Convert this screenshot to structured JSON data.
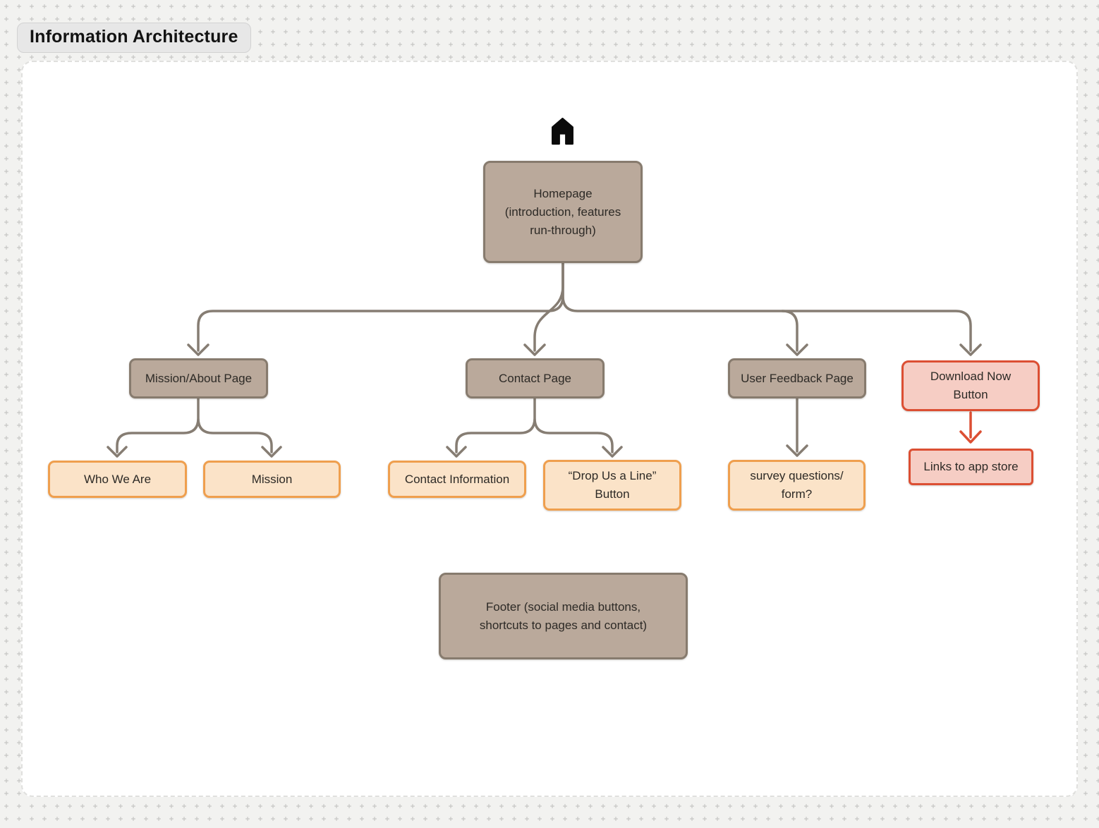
{
  "app": {
    "title": "Information Architecture"
  },
  "diagram": {
    "nodes": {
      "homepage": "Homepage\n(introduction, features\nrun-through)",
      "mission_about": "Mission/About Page",
      "contact": "Contact Page",
      "user_feedback": "User Feedback Page",
      "download_now": "Download Now\nButton",
      "who_we_are": "Who We Are",
      "mission": "Mission",
      "contact_info": "Contact Information",
      "drop_us_line": "“Drop Us a Line”\nButton",
      "survey": "survey questions/\nform?",
      "app_store": "Links to app store",
      "footer": "Footer (social media buttons,\nshortcuts to pages and contact)"
    },
    "icons": {
      "top": "home-icon"
    },
    "edges": [
      {
        "from": "homepage",
        "to": "mission_about",
        "color": "#867d73"
      },
      {
        "from": "homepage",
        "to": "contact",
        "color": "#867d73"
      },
      {
        "from": "homepage",
        "to": "user_feedback",
        "color": "#867d73"
      },
      {
        "from": "homepage",
        "to": "download_now",
        "color": "#867d73"
      },
      {
        "from": "mission_about",
        "to": "who_we_are",
        "color": "#867d73"
      },
      {
        "from": "mission_about",
        "to": "mission",
        "color": "#867d73"
      },
      {
        "from": "contact",
        "to": "contact_info",
        "color": "#867d73"
      },
      {
        "from": "contact",
        "to": "drop_us_line",
        "color": "#867d73"
      },
      {
        "from": "user_feedback",
        "to": "survey",
        "color": "#867d73"
      },
      {
        "from": "download_now",
        "to": "app_store",
        "color": "#dc4f33"
      }
    ],
    "colors": {
      "canvas_bg": "#f2f2f0",
      "dot": "#c6c6c4",
      "panel_bg": "#ffffff",
      "taupe_fill": "#baa99b",
      "taupe_border": "#877b6e",
      "orange_fill": "#fbe3c8",
      "orange_border": "#ef9f4e",
      "pink_fill": "#f6cdc4",
      "red_border": "#dc4f33",
      "connector": "#867d73",
      "red_connector": "#dc4f33",
      "text": "#2d2a26"
    }
  }
}
